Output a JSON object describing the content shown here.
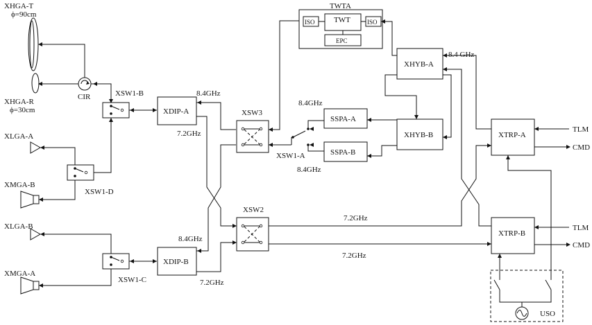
{
  "antennas": {
    "xhga_t": {
      "name": "XHGA-T",
      "size": "ϕ=90cm"
    },
    "xhga_r": {
      "name": "XHGA-R",
      "size": "ϕ=30cm"
    },
    "xlga_a": "XLGA-A",
    "xmga_b": "XMGA-B",
    "xlga_b": "XLGA-B",
    "xmga_a": "XMGA-A"
  },
  "switches": {
    "xsw1_b": "XSW1-B",
    "xsw1_d": "XSW1-D",
    "xsw1_c": "XSW1-C",
    "xsw1_a": "XSW1-A",
    "xsw2": "XSW2",
    "xsw3": "XSW3"
  },
  "blocks": {
    "cir": "CIR",
    "xdip_a": "XDIP-A",
    "xdip_b": "XDIP-B",
    "twta": "TWTA",
    "twt": "TWT",
    "epc": "EPC",
    "iso": "ISO",
    "xhyb_a": "XHYB-A",
    "xhyb_b": "XHYB-B",
    "sspa_a": "SSPA-A",
    "sspa_b": "SSPA-B",
    "xtrp_a": "XTRP-A",
    "xtrp_b": "XTRP-B",
    "uso": "USO"
  },
  "signals": {
    "tlm": "TLM",
    "cmd": "CMD"
  },
  "freq": {
    "f84": "8.4GHz",
    "f84_spaced": "8.4 GHz",
    "f72": "7.2GHz"
  }
}
